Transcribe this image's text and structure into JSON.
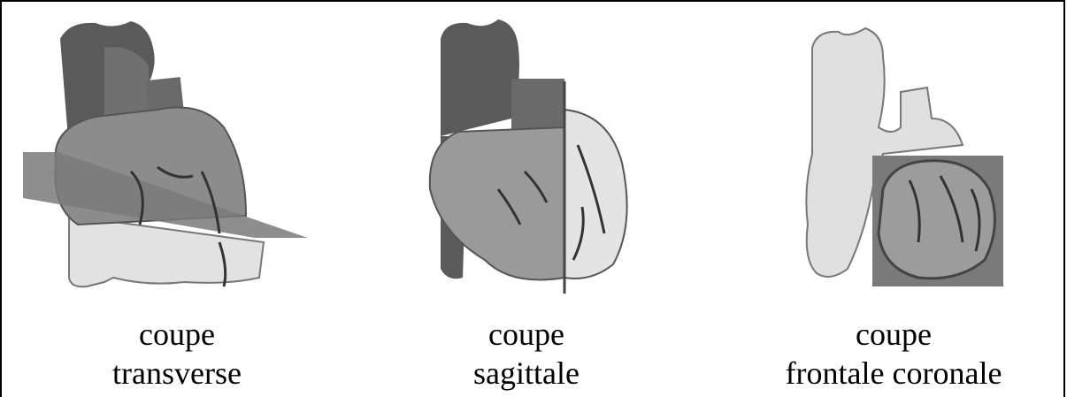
{
  "panels": [
    {
      "id": "transverse",
      "line1": "coupe",
      "line2": "transverse"
    },
    {
      "id": "sagittal",
      "line1": "coupe",
      "line2": "sagittale"
    },
    {
      "id": "coronal",
      "line1": "coupe",
      "line2": "frontale coronale"
    }
  ],
  "colors": {
    "dark_vessel": "#5a5a5a",
    "mid_gray": "#8c8c8c",
    "light_gray": "#b4b4b4",
    "pale": "#e2e2e2",
    "plane": "#7a7a7a",
    "outline": "#555555"
  }
}
